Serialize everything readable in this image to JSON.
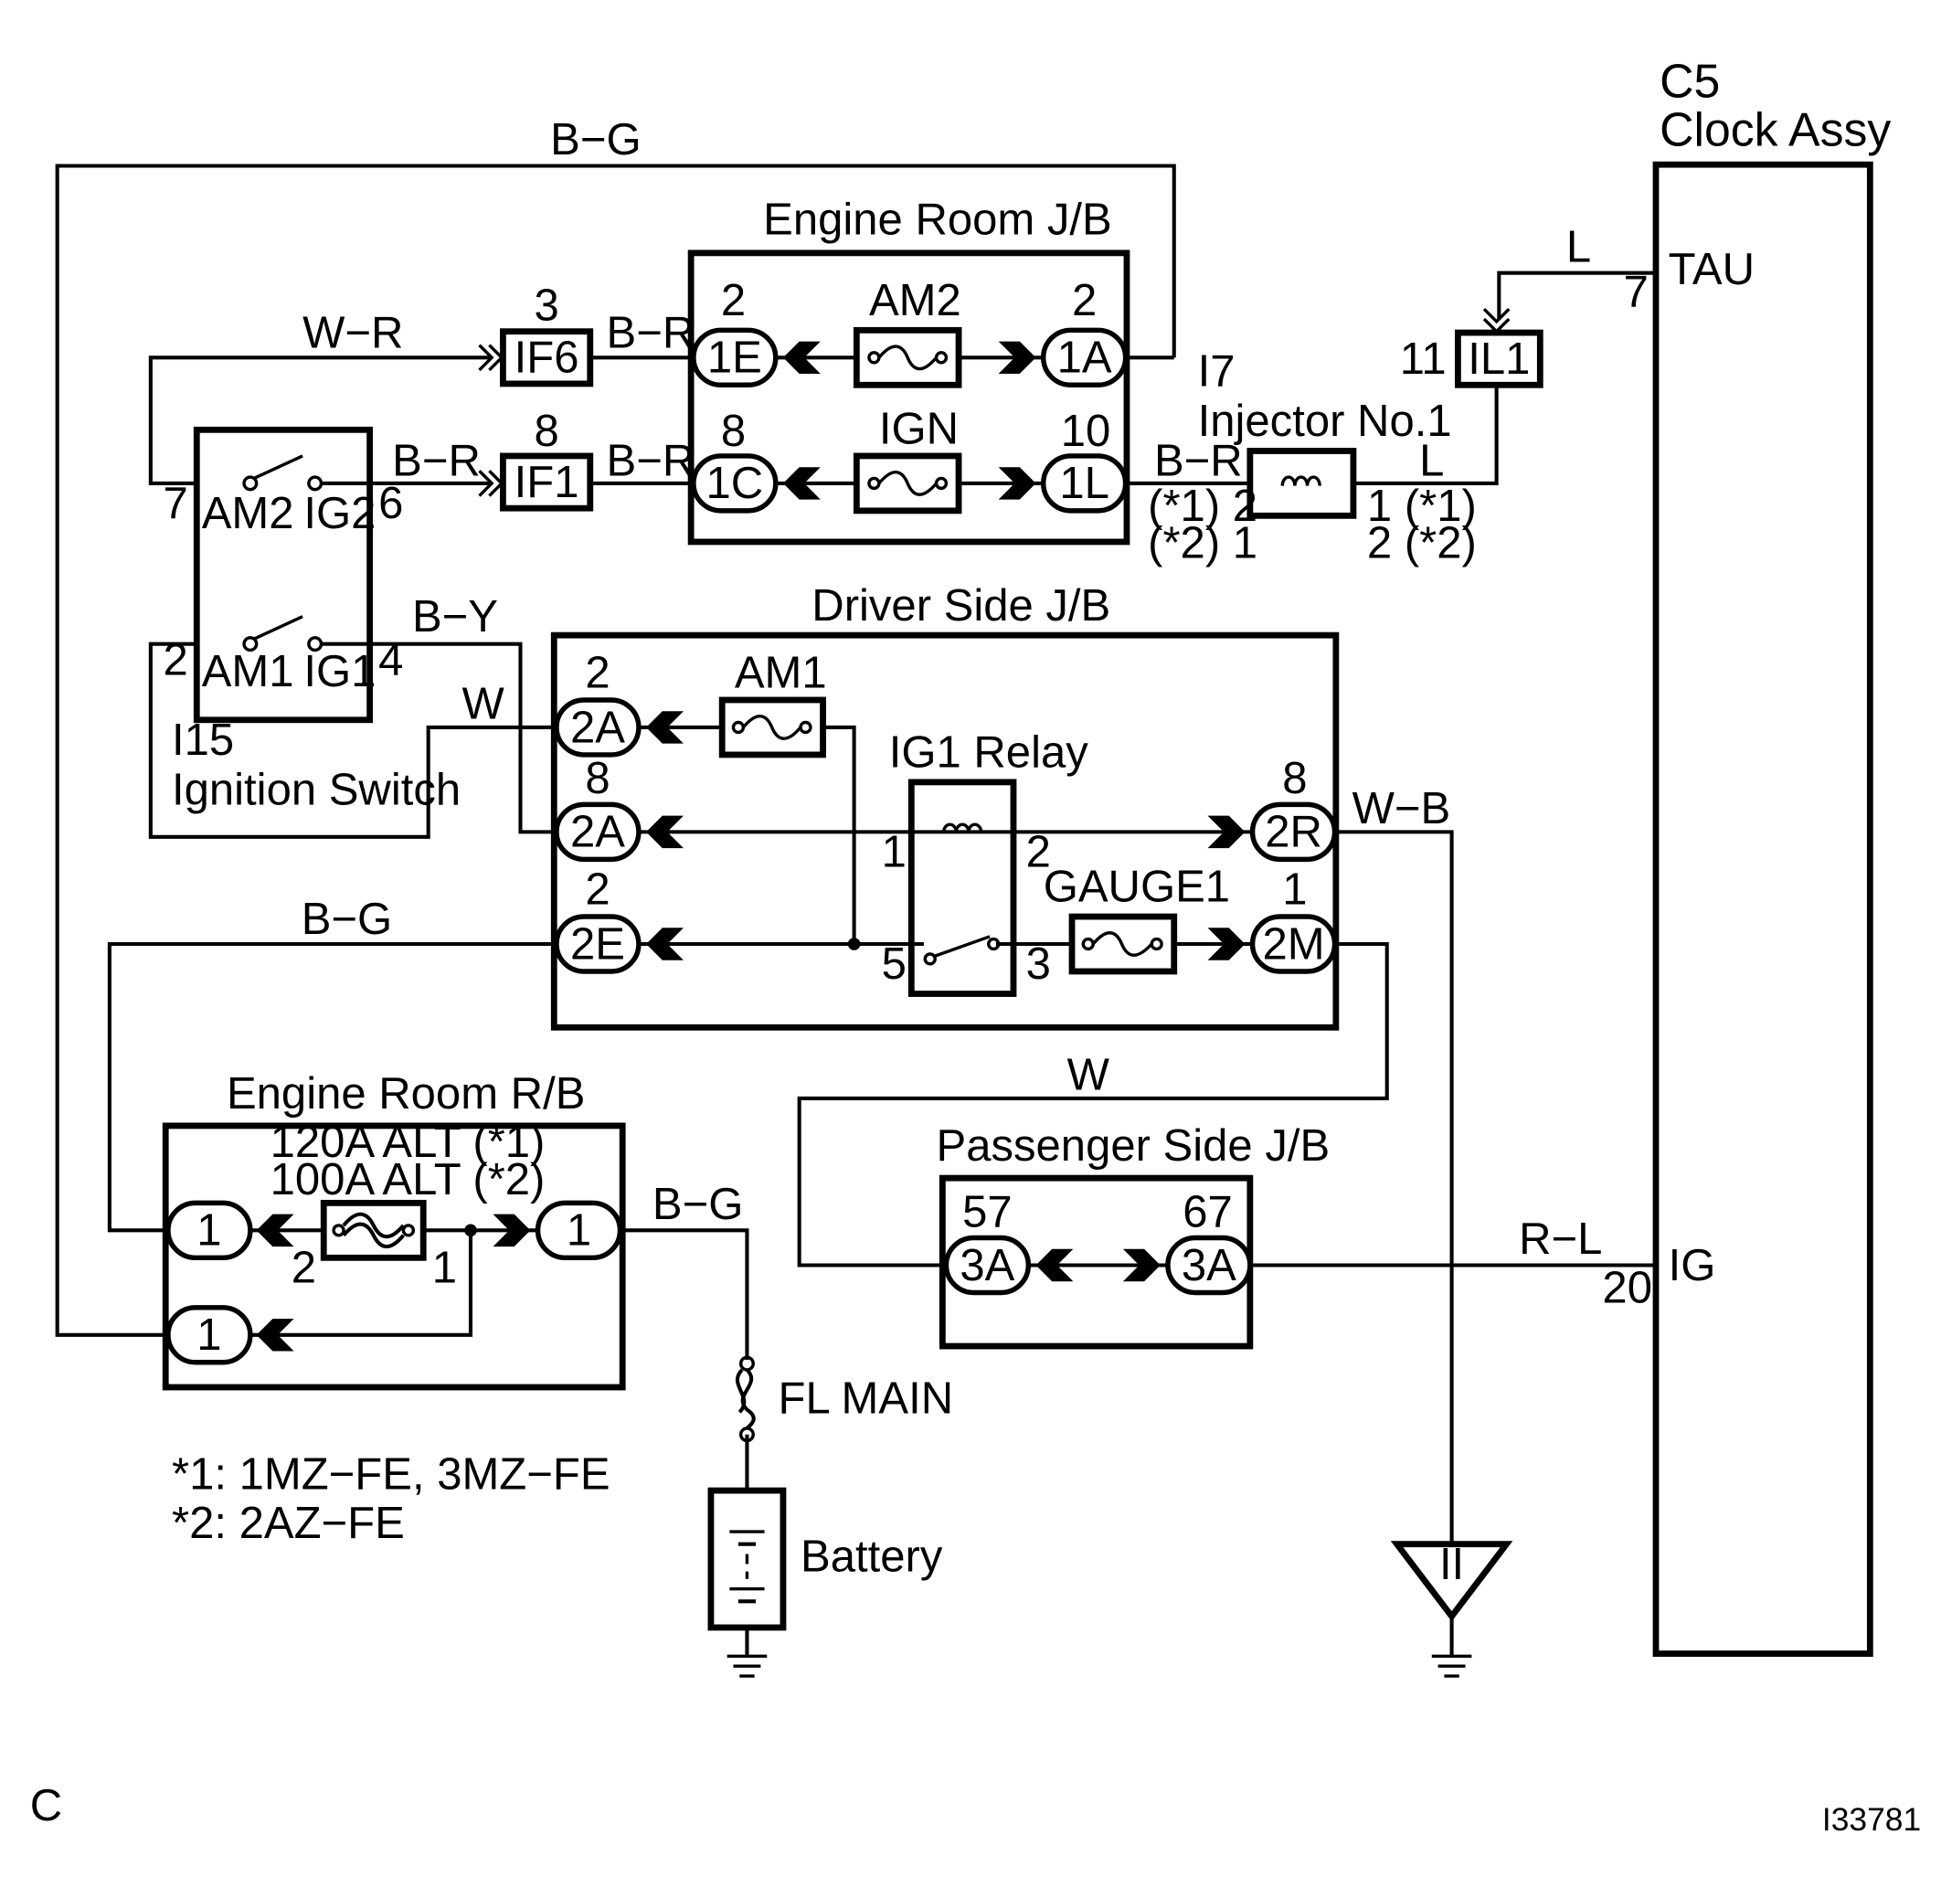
{
  "clock": {
    "id": "C5",
    "name": "Clock Assy",
    "pin_tau": "TAU",
    "pin_tau_num": "7",
    "pin_ig": "IG",
    "pin_ig_num": "20"
  },
  "engine_jb": {
    "title": "Engine Room J/B",
    "fuse_am2": "AM2",
    "fuse_ign": "IGN",
    "c1e": "1E",
    "c1e_num": "2",
    "c1a": "1A",
    "c1a_num": "2",
    "c1c": "1C",
    "c1c_num": "8",
    "c1l": "1L",
    "c1l_num": "10"
  },
  "ignition": {
    "id": "I15",
    "name": "Ignition Switch",
    "am2": "AM2",
    "ig2": "IG2",
    "am1": "AM1",
    "ig1": "IG1",
    "pin_am2": "7",
    "pin_ig2": "6",
    "pin_am1": "2",
    "pin_ig1": "4"
  },
  "junctions": {
    "if6": "IF6",
    "if6_num": "3",
    "if1": "IF1",
    "if1_num": "8",
    "il1": "IL1",
    "il1_num": "11"
  },
  "injector": {
    "id": "I7",
    "name": "Injector No.1",
    "pin_left_1": "(*1) 2",
    "pin_left_2": "(*2) 1",
    "pin_right_1": "1 (*1)",
    "pin_right_2": "2 (*2)"
  },
  "driver_jb": {
    "title": "Driver Side J/B",
    "fuse_am1": "AM1",
    "relay": "IG1 Relay",
    "fuse_gauge": "GAUGE1",
    "c2a_top": "2A",
    "c2a_top_num": "2",
    "c2a_mid": "2A",
    "c2a_mid_num": "8",
    "c2e": "2E",
    "c2e_num": "2",
    "c2r": "2R",
    "c2r_num": "8",
    "c2m": "2M",
    "c2m_num": "1",
    "relay_p1": "1",
    "relay_p2": "2",
    "relay_p3": "3",
    "relay_p5": "5"
  },
  "engine_rb": {
    "title": "Engine Room R/B",
    "alt_1": "120A ALT (*1)",
    "alt_2": "100A ALT (*2)",
    "c_left": "1",
    "c_right": "1",
    "c_bottom": "1",
    "p2": "2",
    "p1": "1"
  },
  "passenger_jb": {
    "title": "Passenger Side J/B",
    "c_left": "3A",
    "c_left_num": "57",
    "c_right": "3A",
    "c_right_num": "67"
  },
  "wires": {
    "bg_top": "B−G",
    "wr": "W−R",
    "br_if6": "B−R",
    "br_sw": "B−R",
    "br_if1": "B−R",
    "br_inj": "B−R",
    "l_top": "L",
    "l_inj": "L",
    "by": "B−Y",
    "w_sw": "W",
    "wb": "W−B",
    "bg_mid": "B−G",
    "w_mid": "W",
    "bg_batt": "B−G",
    "rl": "R−L"
  },
  "misc": {
    "fl_main": "FL MAIN",
    "battery": "Battery",
    "ground_mark": "II",
    "note_1": "*1: 1MZ−FE, 3MZ−FE",
    "note_2": "*2: 2AZ−FE",
    "corner": "C",
    "figure_id": "I33781"
  }
}
